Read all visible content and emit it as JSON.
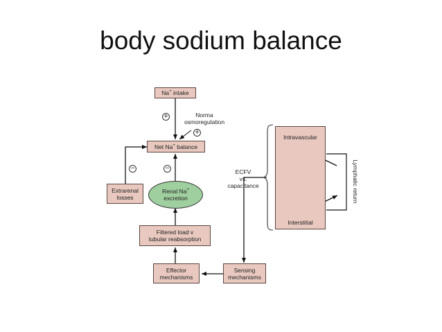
{
  "title": "body sodium balance",
  "diagram": {
    "na_intake": {
      "pre": "Na",
      "sup": "+",
      "post": " intake"
    },
    "norma_osmoregulation": [
      "Norma",
      "osmoregulation"
    ],
    "net_na_balance": {
      "pre": "Net Na",
      "sup": "+",
      "post": " balance"
    },
    "extrarenal_losses": [
      "Extrarenal",
      "losses"
    ],
    "renal_na_excretion": {
      "line1_pre": "Renal Na",
      "sup": "+",
      "line2": "excretion"
    },
    "filtered_load": [
      "Filtered load v",
      "tubular reabsorption"
    ],
    "effector_mechanisms": [
      "Effector",
      "mechanisms"
    ],
    "sensing_mechanisms": [
      "Sensing",
      "mechanisms"
    ],
    "ecfv_capacitance": [
      "ECFV",
      "vs.",
      "capacitance"
    ],
    "intravascular": "Intravascular",
    "interstitial": "Interstitial",
    "lymphatic_return": "Lymphatic return",
    "plus_sign": "+",
    "minus_sign": "−"
  },
  "colors": {
    "box_fill": "#e8c8bf",
    "renal_ellipse_fill": "#9fcf9f",
    "line": "#111111"
  }
}
